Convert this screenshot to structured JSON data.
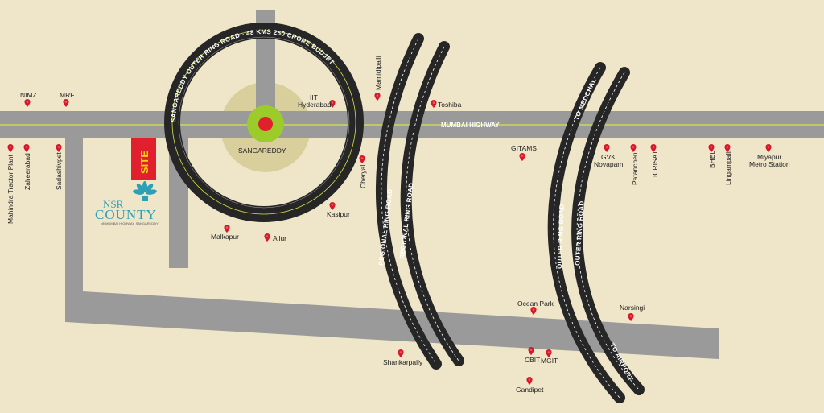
{
  "colors": {
    "background": "#efe6c9",
    "road_gray": "#9a9a9a",
    "ring_road": "#262626",
    "pin_red": "#d8182a",
    "site_red": "#e0202c",
    "site_text": "#f5d20a",
    "circle_green": "#9ccc2a",
    "sangareddy_zone": "#d8cf9c",
    "brand_teal": "#2e9fb4",
    "highway_stripe": "#d7e24a"
  },
  "highway": {
    "label": "MUMBAI HIGHWAY"
  },
  "center": {
    "label": "SANGAREDDY"
  },
  "ring_road": {
    "label": "SANGAREDDY OUTER RING ROAD  -  48 KMS 250 CRORE BUDJET"
  },
  "regional_ring_road": {
    "label_inner": "REGIONAL RING ROAD",
    "label_outer": "REGIONAL RING ROAD"
  },
  "outer_ring_road": {
    "label_inner": "OUTER RING ROAD",
    "label_outer": "OUTER RING ROAD",
    "to_medchal": "TO MEDCHAL",
    "to_airport": "TO AIRPORT"
  },
  "site": {
    "label": "SITE"
  },
  "brand": {
    "line1": "NSR",
    "line2": "COUNTY",
    "tagline": "@ MUMBAI HIGHWAY, SANGAREDDY"
  },
  "places": {
    "nimz": "NIMZ",
    "mrf": "MRF",
    "mahindra": "Mahindra Tractor Plant",
    "zaheerabad": "Zaheerabad",
    "sadashivpet": "Sadashivpet",
    "iit_line1": "IIT",
    "iit_line2": "Hyderabad",
    "mamidipalli": "Mamidipalli",
    "toshiba": "Toshiba",
    "cheryal": "Cheryal",
    "kasipur": "Kasipur",
    "malkapur": "Malkapur",
    "allur": "Allur",
    "gitams": "GITAMS",
    "gvk_line1": "GVK",
    "gvk_line2": "Novapam",
    "patancheru": "Patancheru",
    "icrisat": "ICRISAT",
    "bhel": "BHEL",
    "lingampalli": "Lingampalli",
    "miyapur_line1": "Miyapur",
    "miyapur_line2": "Metro Station",
    "ocean_park": "Ocean Park",
    "narsingi": "Narsingi",
    "shankarpally": "Shankarpally",
    "cbit": "CBIT",
    "mgit": "MGIT",
    "gandipet": "Gandipet"
  }
}
